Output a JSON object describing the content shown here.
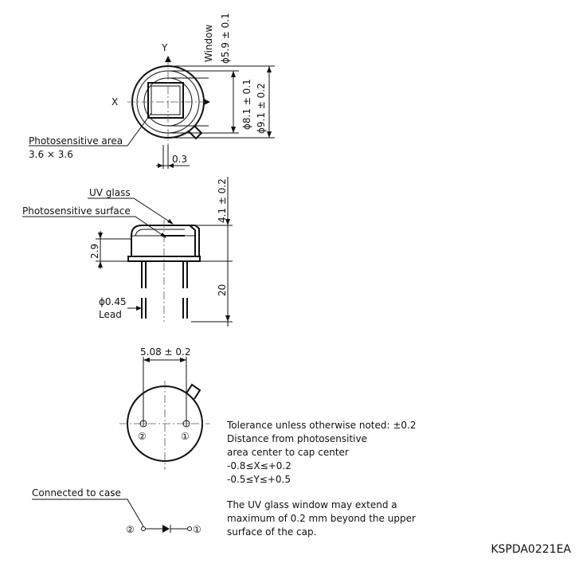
{
  "top_view": {
    "axis_y": "Y",
    "axis_x": "X",
    "window_label": "Window",
    "window_dim": "ϕ5.9 ± 0.1",
    "dim_inner": "ϕ8.1 ± 0.1",
    "dim_outer": "ϕ9.1 ± 0.2",
    "photosensitive_area_label": "Photosensitive area",
    "photosensitive_area_size": "3.6 × 3.6",
    "offset_dim": "0.3"
  },
  "side_view": {
    "uv_glass_label": "UV glass",
    "photosensitive_surface_label": "Photosensitive surface",
    "height_dim": "4.1 ± 0.2",
    "cap_dim": "2.9",
    "lead_length_dim": "20",
    "lead_diameter": "ϕ0.45",
    "lead_label": "Lead"
  },
  "bottom_view": {
    "pitch_dim": "5.08 ± 0.2",
    "pin_2": "②",
    "pin_1": "①"
  },
  "schematic": {
    "connected_label": "Connected to case",
    "pin_2": "②",
    "pin_1": "①"
  },
  "notes": {
    "line1": "Tolerance unless otherwise noted: ±0.2",
    "line2": "Distance from photosensitive",
    "line3": "area center to cap center",
    "line4": "-0.8≤X≤+0.2",
    "line5": "-0.5≤Y≤+0.5",
    "line6": "The UV glass window may extend a",
    "line7": "maximum of 0.2 mm beyond the upper",
    "line8": "surface of the cap."
  },
  "drawing_code": "KSPDA0221EA"
}
